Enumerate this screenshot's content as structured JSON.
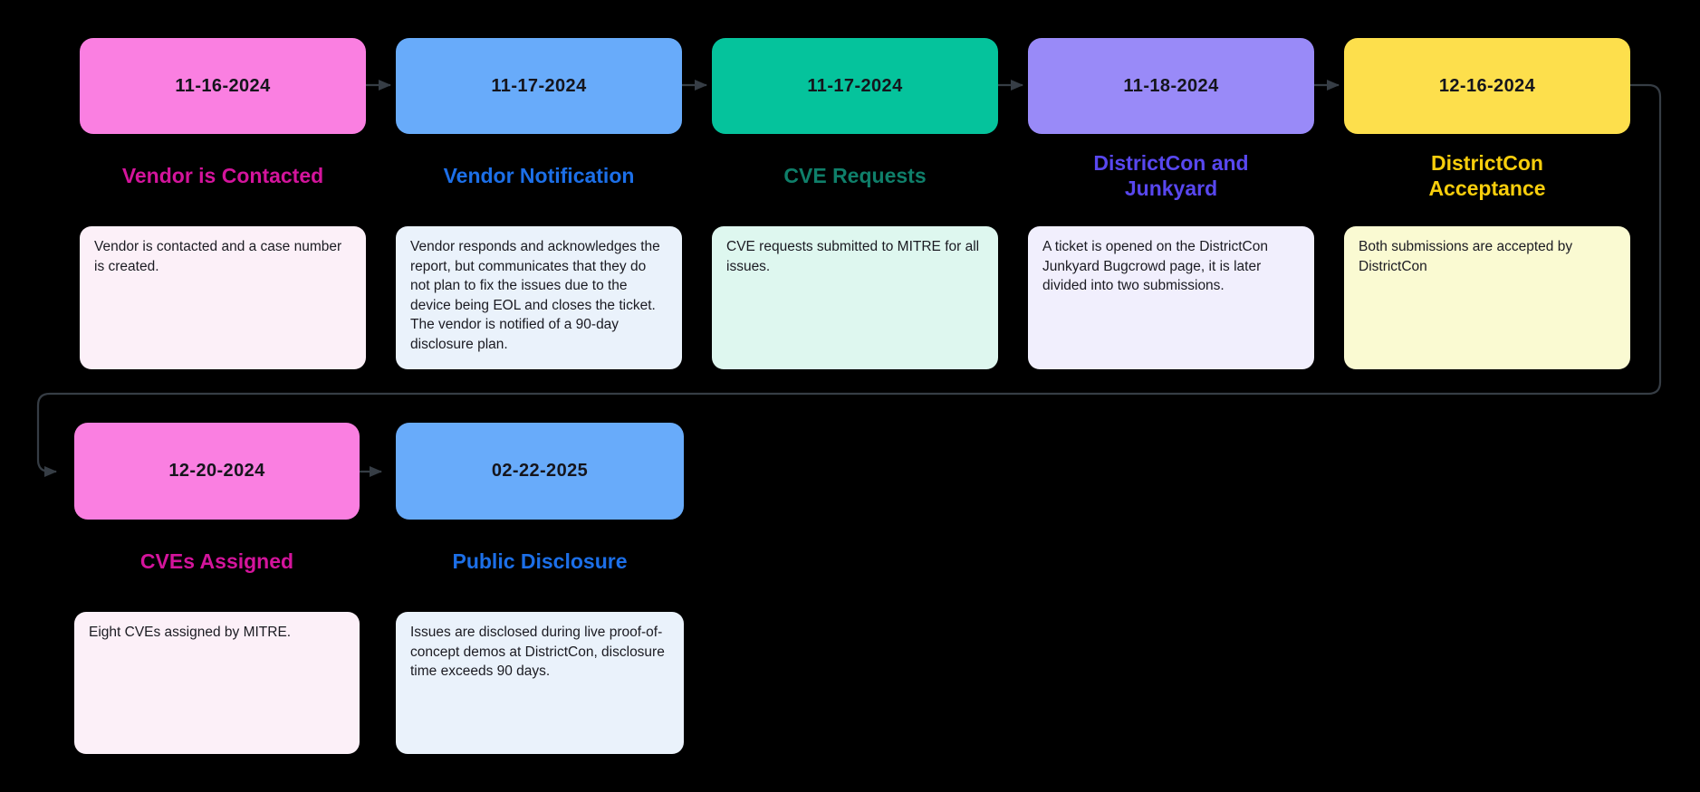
{
  "canvas": {
    "background": "#000000",
    "connector_color": "#363d45",
    "date_text_color": "#15151c",
    "description_text_color": "#1b1b22"
  },
  "timeline": {
    "items": [
      {
        "date": "11-16-2024",
        "title": "Vendor is Contacted",
        "description": "Vendor is contacted and a case number is created.",
        "colors": {
          "box": "#fa7fe1",
          "title": "#d4149c",
          "desc_bg": "#fcf0f8"
        }
      },
      {
        "date": "11-17-2024",
        "title": "Vendor Notification",
        "description": "Vendor responds and acknowledges the report, but communicates that they do not plan to fix the issues due to the device being EOL and closes the ticket. The vendor is notified of a 90-day disclosure plan.",
        "colors": {
          "box": "#68abfa",
          "title": "#1c6fe8",
          "desc_bg": "#eaf2fb"
        }
      },
      {
        "date": "11-17-2024",
        "title": "CVE Requests",
        "description": "CVE requests submitted to MITRE for all issues.",
        "colors": {
          "box": "#05c39c",
          "title": "#0f7f6a",
          "desc_bg": "#def7ef"
        }
      },
      {
        "date": "11-18-2024",
        "title": "DistrictCon and Junkyard",
        "description": "A ticket is opened on the DistrictCon Junkyard Bugcrowd page, it is later divided into two submissions.",
        "colors": {
          "box": "#998af8",
          "title": "#5847ef",
          "desc_bg": "#f1effd"
        }
      },
      {
        "date": "12-16-2024",
        "title": "DistrictCon Acceptance",
        "description": "Both submissions are accepted by DistrictCon",
        "colors": {
          "box": "#fddf4c",
          "title": "#f8ce0c",
          "desc_bg": "#fafad2"
        }
      },
      {
        "date": "12-20-2024",
        "title": "CVEs Assigned",
        "description": "Eight CVEs assigned by MITRE.",
        "colors": {
          "box": "#fa7fe1",
          "title": "#d4149c",
          "desc_bg": "#fcf0f8"
        }
      },
      {
        "date": "02-22-2025",
        "title": "Public Disclosure",
        "description": "Issues are disclosed during live proof-of-concept demos at DistrictCon, disclosure time exceeds 90 days.",
        "colors": {
          "box": "#68abfa",
          "title": "#1c6fe8",
          "desc_bg": "#eaf2fb"
        }
      }
    ]
  }
}
